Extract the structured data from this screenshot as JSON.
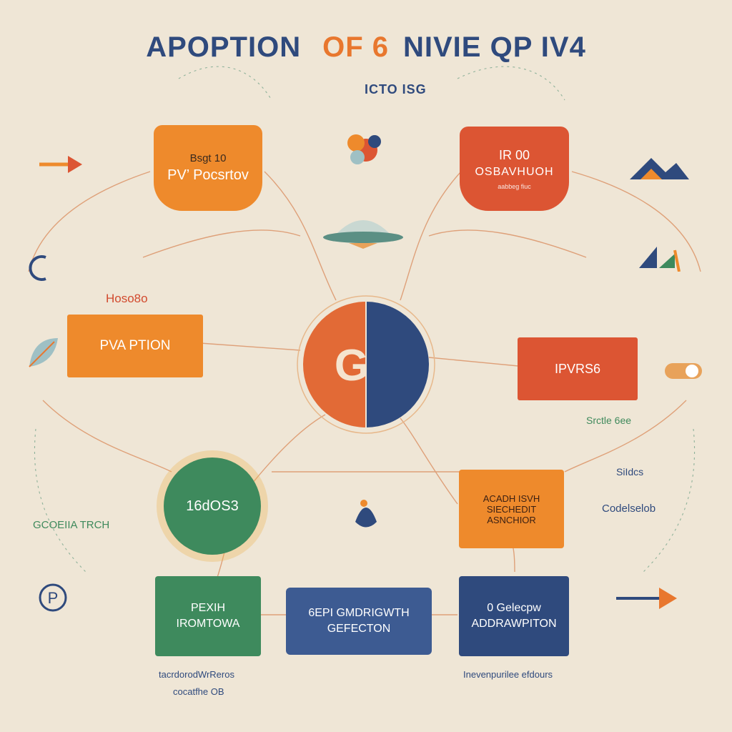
{
  "title": {
    "part1": "APOPTION",
    "part2": "OF 6",
    "part3": "NIVIE QP IV4"
  },
  "subtitle": "ICTO ISG",
  "nodes": {
    "top_left": {
      "line1": "Bsgt 10",
      "line2": "PV’ Pocsrto​v"
    },
    "top_right": {
      "line1": "IR 00",
      "line2": "OSBAVHUOH",
      "line3": "aabbeg fiuc"
    },
    "mid_left": {
      "label": "PVA PTION"
    },
    "mid_right": {
      "label": "IPVRS6"
    },
    "center": {
      "glyph": "G"
    },
    "green_circle": {
      "label": "16dOS3"
    },
    "right_orange": {
      "line1": "ACADH ISVH",
      "line2": "SIECHEDIT",
      "line3": "ASNCHIOR"
    },
    "bottom_green": {
      "line1": "PEXIH",
      "line2": "IROMTOWA"
    },
    "bottom_blue": {
      "line1": "6EPI GMDRIGWTH",
      "line2": "GEFECTON"
    },
    "bottom_navy": {
      "line1": "0 Gelecpw",
      "line2": "ADDRAWPITON"
    }
  },
  "labels": {
    "l_side": "Hoso8o",
    "bottom_caption_1": "tacrdorodWrReros",
    "bottom_caption_2": "cocatfhe OB",
    "bottom_caption_3": "Inevenpurilee efdours",
    "left_label": "GCOEIIA TRCH",
    "right_label_1": "SiIdcs",
    "right_label_2": "Codelselob",
    "right_label_3": "Srctle 6ee"
  },
  "colors": {
    "orange": "#ee8a2c",
    "red": "#dc5533",
    "green": "#3e8a5d",
    "navy": "#2f4a7d",
    "background": "#efe6d6"
  }
}
